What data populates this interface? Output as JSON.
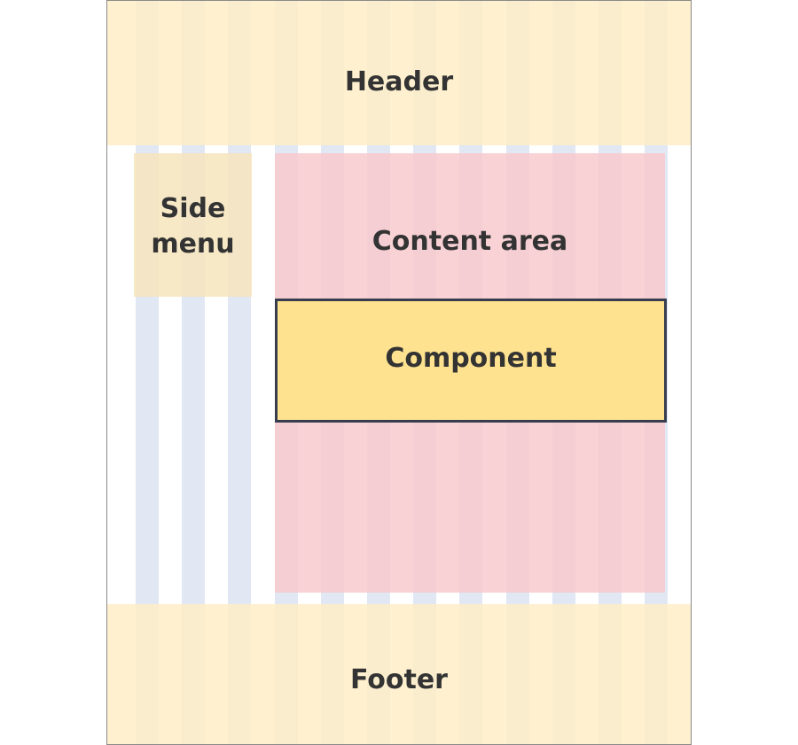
{
  "diagram": {
    "header_label": "Header",
    "side_menu_label_line1": "Side",
    "side_menu_label_line2": "menu",
    "content_area_label": "Content area",
    "component_label": "Component",
    "footer_label": "Footer",
    "colors": {
      "grid_column": "#e1e7f3",
      "header_footer": "#ffeec4",
      "side_menu": "#f6e4bc",
      "content_area": "#f8c8cc",
      "component_fill": "#fee28f",
      "component_border": "#363d4f",
      "text": "#333333"
    }
  }
}
